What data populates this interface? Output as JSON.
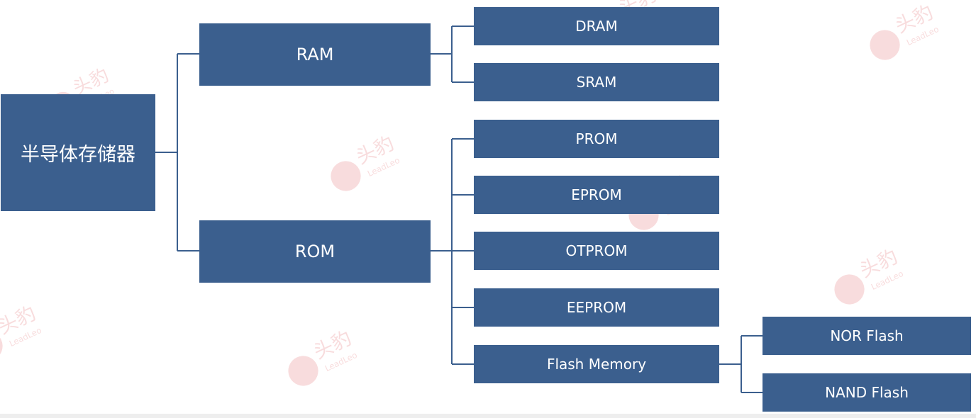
{
  "diagram": {
    "root": {
      "label": "半导体存储器"
    },
    "ram": {
      "label": "RAM"
    },
    "rom": {
      "label": "ROM"
    },
    "ram_children": [
      {
        "label": "DRAM"
      },
      {
        "label": "SRAM"
      }
    ],
    "rom_children": [
      {
        "label": "PROM"
      },
      {
        "label": "EPROM"
      },
      {
        "label": "OTPROM"
      },
      {
        "label": "EEPROM"
      },
      {
        "label": "Flash Memory"
      }
    ],
    "flash_children": [
      {
        "label": "NOR Flash"
      },
      {
        "label": "NAND Flash"
      }
    ]
  },
  "colors": {
    "box_fill": "#3b5f8e",
    "box_text": "#ffffff",
    "connector": "#3b5f8e",
    "watermark": "#e0575b"
  },
  "watermark": {
    "brand_cn": "头豹",
    "brand_en": "LeadLeo",
    "icon": "leopard-head-icon"
  }
}
